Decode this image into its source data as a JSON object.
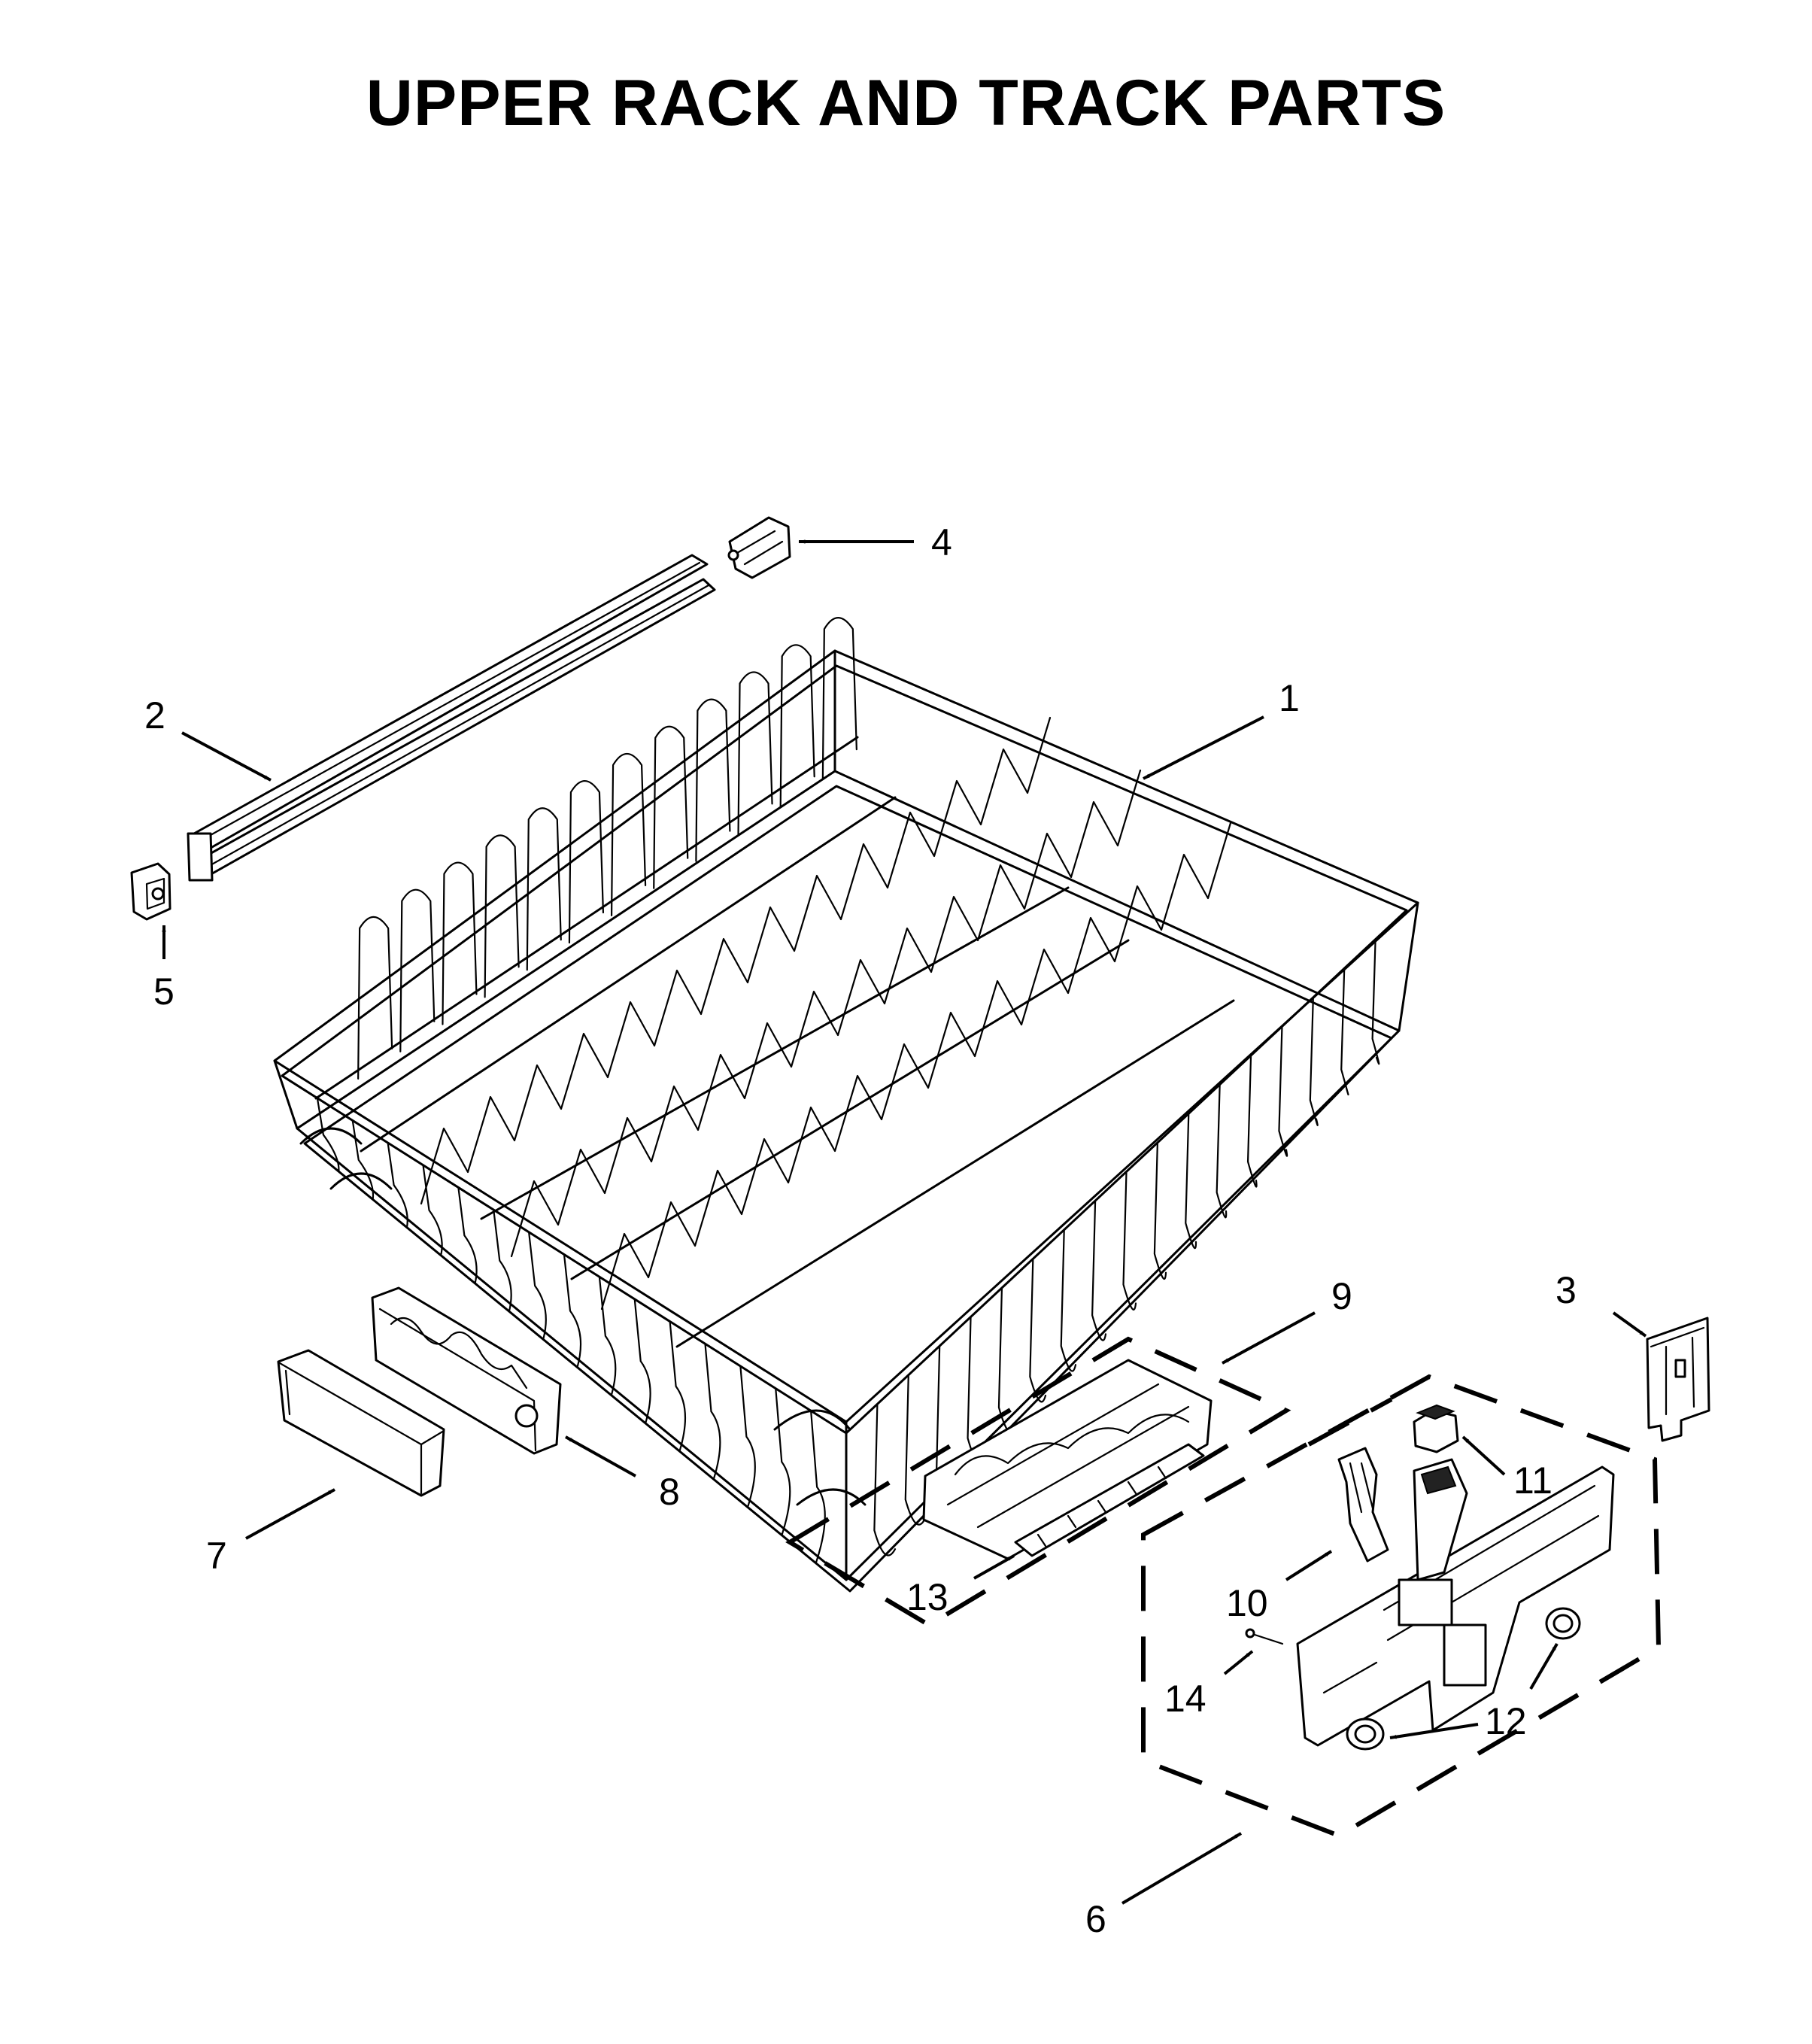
{
  "title": "UPPER RACK AND TRACK PARTS",
  "callouts": {
    "c1": "1",
    "c2": "2",
    "c3": "3",
    "c4": "4",
    "c5": "5",
    "c6": "6",
    "c7": "7",
    "c8": "8",
    "c9": "9",
    "c10": "10",
    "c11": "11",
    "c12a": "12",
    "c13": "13",
    "c14": "14"
  }
}
